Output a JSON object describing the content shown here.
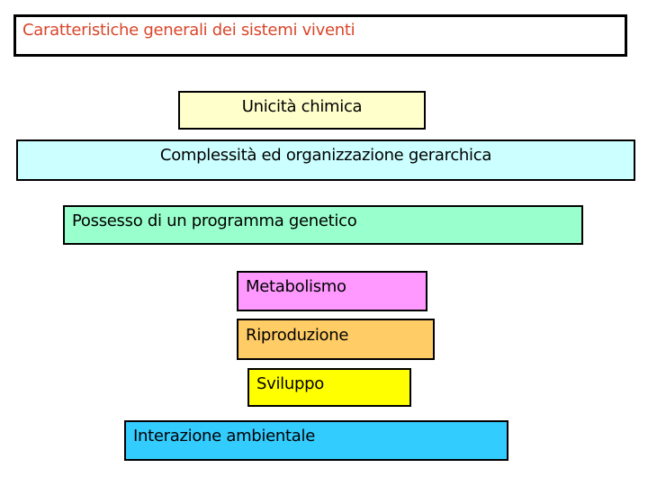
{
  "slide": {
    "title": {
      "text": "Caratteristiche generali dei sistemi viventi",
      "color": "#D9462A"
    },
    "boxes": [
      {
        "id": "unicita-chimica",
        "label": "Unicità chimica",
        "bg": "#FFFFCC",
        "align": "center"
      },
      {
        "id": "complessita-gerarchica",
        "label": "Complessità ed organizzazione gerarchica",
        "bg": "#CCFFFF",
        "align": "center"
      },
      {
        "id": "programma-genetico",
        "label": "Possesso di un programma genetico",
        "bg": "#99FFCC",
        "align": "left"
      },
      {
        "id": "metabolismo",
        "label": "Metabolismo",
        "bg": "#FF99FF",
        "align": "left"
      },
      {
        "id": "riproduzione",
        "label": "Riproduzione",
        "bg": "#FFCC66",
        "align": "left"
      },
      {
        "id": "sviluppo",
        "label": "Sviluppo",
        "bg": "#FFFF00",
        "align": "left"
      },
      {
        "id": "interazione-ambientale",
        "label": "Interazione ambientale",
        "bg": "#33CCFF",
        "align": "left"
      }
    ]
  }
}
